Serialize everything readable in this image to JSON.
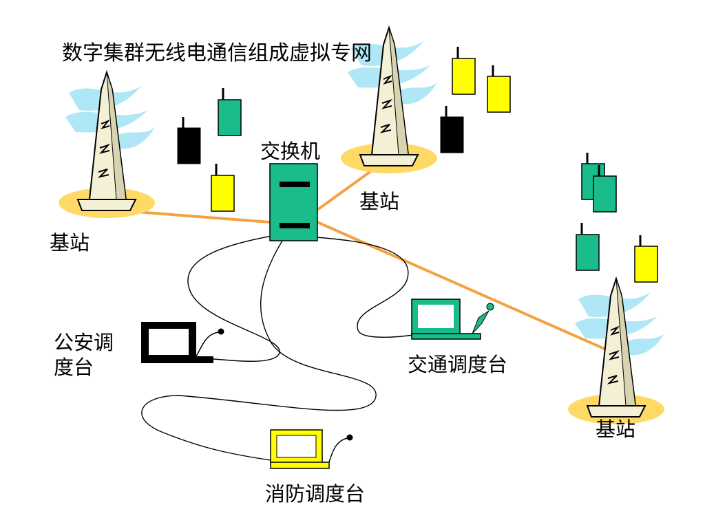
{
  "title": "数字集群无线电通信组成虚拟专网",
  "switch_label": "交换机",
  "base_station_labels": [
    "基站",
    "基站",
    "基站"
  ],
  "console_labels": {
    "police": "公安调度台",
    "traffic": "交通调度台",
    "fire": "消防调度台"
  },
  "colors": {
    "teal": "#1abc8c",
    "yellow": "#ffff00",
    "black": "#000000",
    "link_orange": "#f5a142",
    "tower_fill": "#f3f0d6",
    "tower_base": "#ffd966",
    "tower_sky": "#a6e4f5"
  }
}
